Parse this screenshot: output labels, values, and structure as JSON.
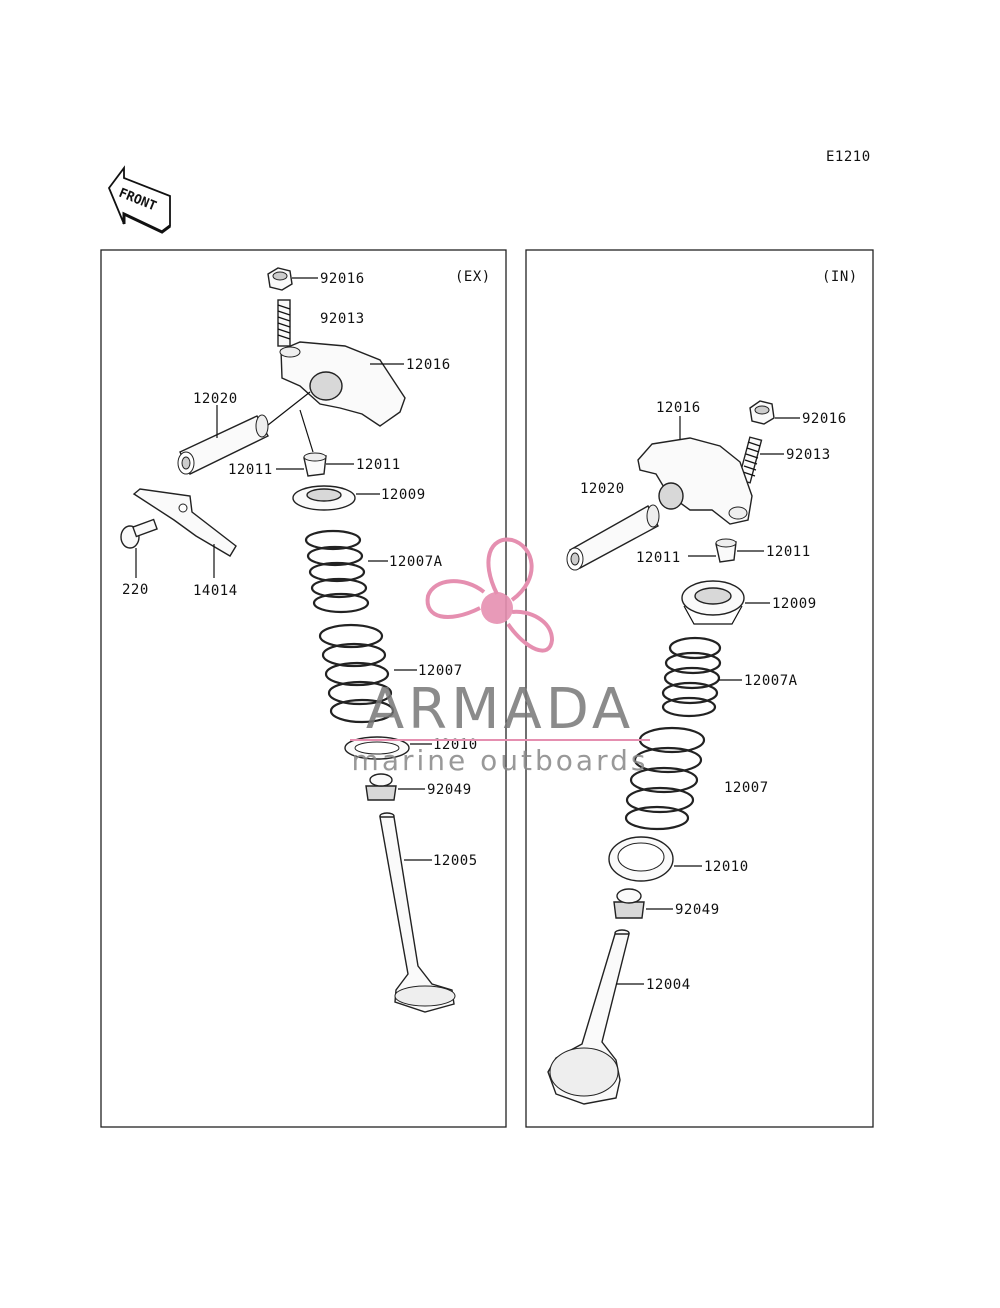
{
  "diagram_code": "E1210",
  "front_arrow": {
    "label": "FRONT",
    "icon": "front-arrow-icon"
  },
  "panels": {
    "ex": {
      "title": "(EX)",
      "labels": {
        "p92016": "92016",
        "p92013": "92013",
        "p12016": "12016",
        "p12020": "12020",
        "p12011a": "12011",
        "p12011b": "12011",
        "p12009": "12009",
        "p12007A": "12007A",
        "p12007": "12007",
        "p12010": "12010",
        "p92049": "92049",
        "p12005": "12005",
        "p220": "220",
        "p14014": "14014"
      }
    },
    "in": {
      "title": "(IN)",
      "labels": {
        "p92016": "92016",
        "p92013": "92013",
        "p12016": "12016",
        "p12020": "12020",
        "p12011a": "12011",
        "p12011b": "12011",
        "p12009": "12009",
        "p12007A": "12007A",
        "p12007": "12007",
        "p12010": "12010",
        "p92049": "92049",
        "p12004": "12004"
      }
    }
  },
  "watermark": {
    "brand": "ARMADA",
    "tagline": "marine outboards",
    "brand_color": "#777777",
    "accent_color": "#e58fb0"
  }
}
